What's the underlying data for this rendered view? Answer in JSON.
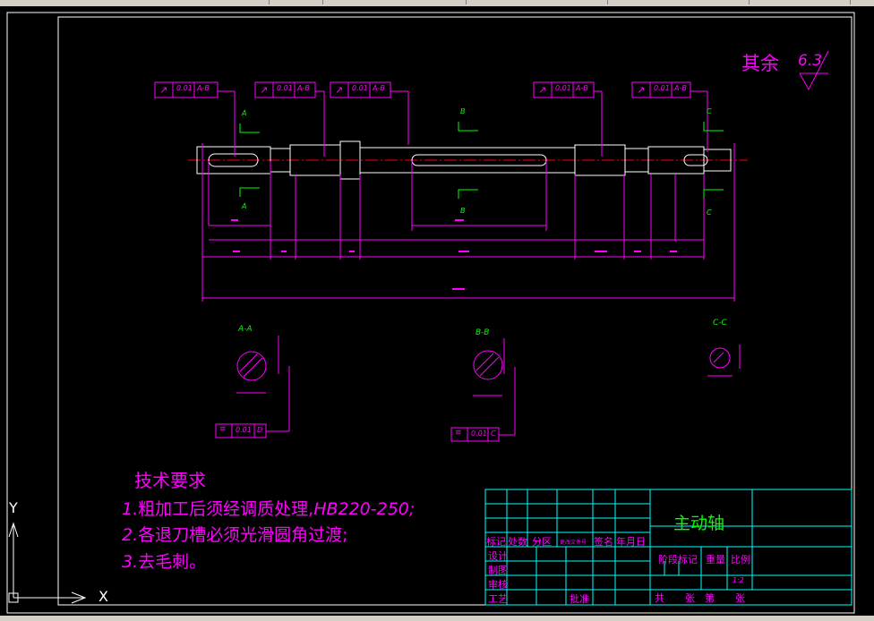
{
  "drawing": {
    "surface_finish_prefix": "其余",
    "surface_finish_value": "6.3",
    "part_name": "主动轴",
    "scale": "1:2",
    "tech_requirements_title": "技术要求",
    "tech_requirements": [
      {
        "num": "1.",
        "text": "粗加工后须经调质处理,",
        "suffix": "HB220-250;"
      },
      {
        "num": "2.",
        "text": "各退刀槽必须光滑圆角过渡;",
        "suffix": ""
      },
      {
        "num": "3.",
        "text": "去毛刺。",
        "suffix": ""
      }
    ],
    "tolerance_frames": [
      {
        "symbol": "↗",
        "value": "0.01",
        "datum": "A-B"
      },
      {
        "symbol": "↗",
        "value": "0.01",
        "datum": "A-B"
      },
      {
        "symbol": "↗",
        "value": "0.01",
        "datum": "A-B"
      },
      {
        "symbol": "↗",
        "value": "0.01",
        "datum": "A-B"
      },
      {
        "symbol": "↗",
        "value": "0.01",
        "datum": "A-B"
      }
    ],
    "section_frames": [
      {
        "symbol": "≡",
        "value": "0.01",
        "datum": "D"
      },
      {
        "symbol": "≡",
        "value": "0.01",
        "datum": "C"
      }
    ],
    "section_labels": [
      "A-A",
      "B-B",
      "C-C"
    ],
    "cut_marks": [
      "A",
      "A",
      "B",
      "B",
      "C",
      "C"
    ]
  },
  "title_block": {
    "row_headers": [
      "标记",
      "处数",
      "分区",
      "更改文件号",
      "签名",
      "年月日"
    ],
    "left_labels": [
      "设计",
      "制图",
      "审核",
      "工艺"
    ],
    "approve": "批准",
    "stage_label": "阶段标记",
    "weight_label": "重量",
    "scale_label": "比例",
    "sheet_labels": [
      "共",
      "张",
      "第",
      "张"
    ]
  },
  "ucs": {
    "x": "X",
    "y": "Y"
  },
  "colors": {
    "magenta": "#ff00ff",
    "green": "#00ff00",
    "cyan": "#00ffff",
    "white": "#ffffff",
    "red": "#ff0000",
    "background": "#000000"
  }
}
